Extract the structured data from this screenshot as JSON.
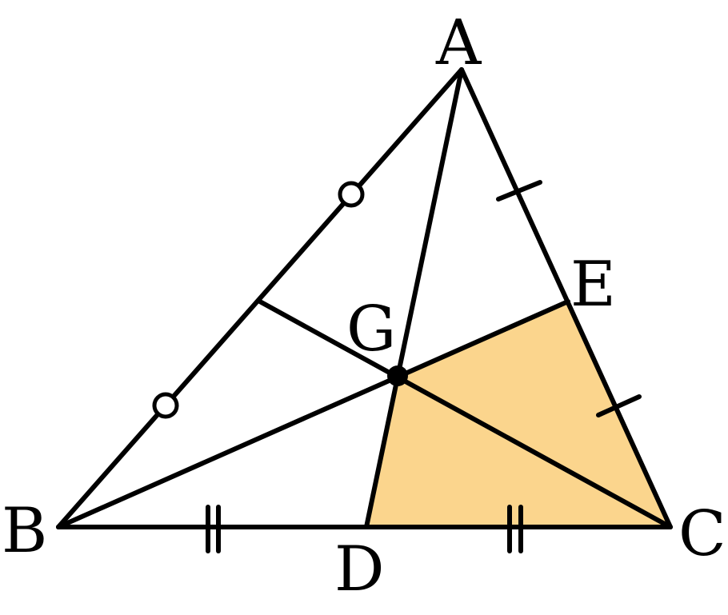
{
  "colors": {
    "stroke": "#000000",
    "highlight": "#fbd58d",
    "background": "#ffffff"
  },
  "labels": {
    "A": "A",
    "B": "B",
    "C": "C",
    "D": "D",
    "E": "E",
    "G": "G"
  }
}
